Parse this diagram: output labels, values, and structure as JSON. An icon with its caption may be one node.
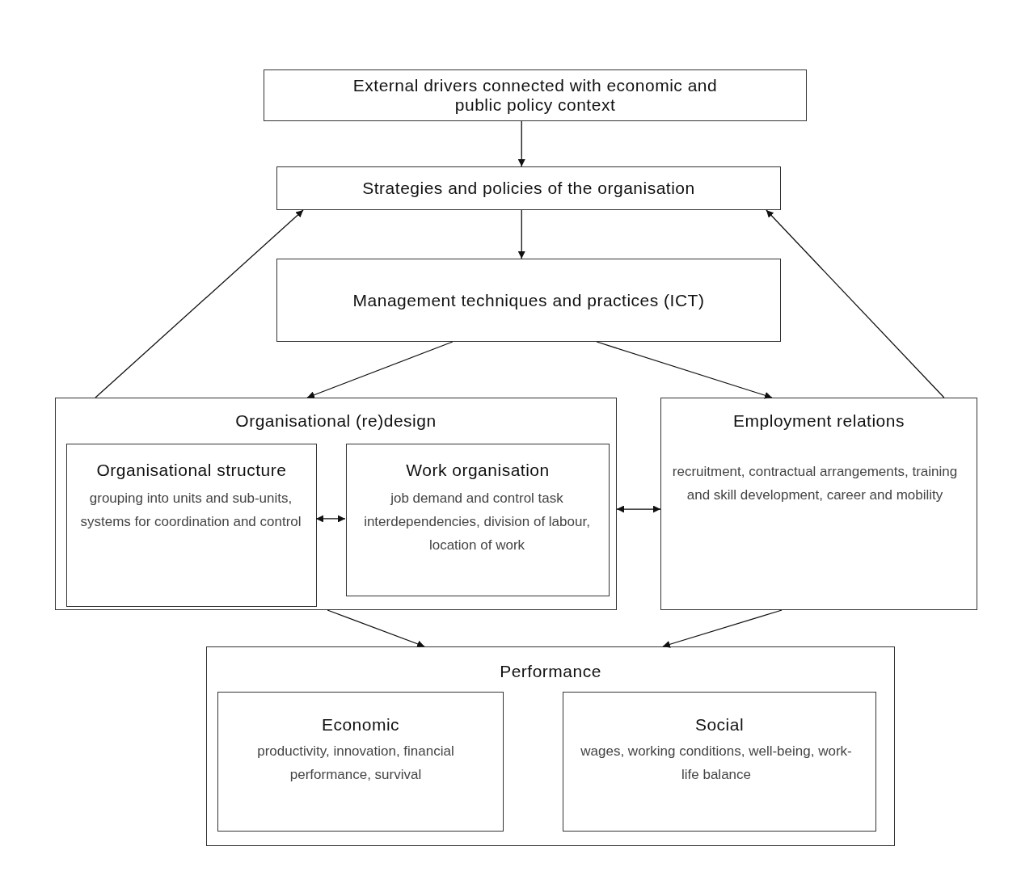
{
  "diagram": {
    "nodes": [
      {
        "text": [
          "External drivers connected with economic and public policy context"
        ]
      },
      {
        "text": [
          "Strategies and policies of the organisation"
        ]
      },
      {
        "text": [
          "Management techniques and practices (ICT)"
        ]
      },
      {
        "text": [
          "Organisational (re)design"
        ]
      },
      {
        "text": [
          "Organisational structure",
          "grouping into units and sub-units, systems for coordination and control"
        ],
        "in": 3
      },
      {
        "text": [
          "Work organisation",
          "job demand and control task interdependencies, division of labour, location of work"
        ],
        "in": 3
      },
      {
        "text": [
          "Employment relations",
          "recruitment, contractual arrangements, training and skill development, career and mobility"
        ]
      },
      {
        "text": [
          "Performance"
        ]
      },
      {
        "text": [
          "Economic",
          "productivity, innovation, financial performance, survival"
        ],
        "in": 7
      },
      {
        "text": [
          "Social",
          "wages, working conditions, well-being, work-life balance"
        ],
        "in": 7
      }
    ],
    "edges": [
      {
        "from": 0,
        "to": 1,
        "arrow": "to"
      },
      {
        "from": 1,
        "to": 2,
        "arrow": "to"
      },
      {
        "from": 2,
        "to": 3,
        "arrow": "to"
      },
      {
        "from": 2,
        "to": 6,
        "arrow": "to"
      },
      {
        "from": 3,
        "to": 1,
        "arrow": "to"
      },
      {
        "from": 6,
        "to": 1,
        "arrow": "to"
      },
      {
        "from": 4,
        "to": 5,
        "arrow": "both"
      },
      {
        "from": 3,
        "to": 6,
        "arrow": "both"
      },
      {
        "from": 3,
        "to": 7,
        "arrow": "to"
      },
      {
        "from": 6,
        "to": 7,
        "arrow": "to"
      }
    ]
  }
}
